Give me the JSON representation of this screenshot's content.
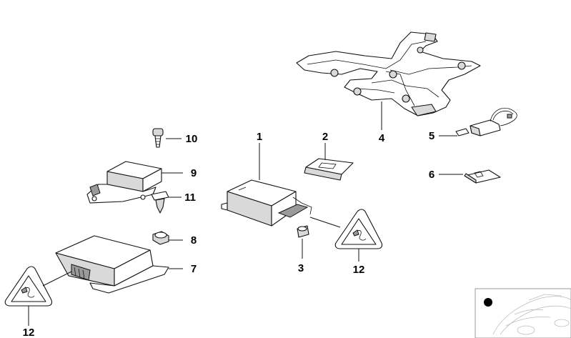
{
  "callouts": {
    "c1": "1",
    "c2": "2",
    "c3": "3",
    "c4": "4",
    "c5": "5",
    "c6": "6",
    "c7": "7",
    "c8": "8",
    "c9": "9",
    "c10": "10",
    "c11": "11",
    "c12a": "12",
    "c12b": "12"
  },
  "icons": {
    "warning_triangle": "airbag-warning-triangle-icon",
    "car_locator": "vehicle-location-thumbnail"
  },
  "colors": {
    "line": "#111111",
    "shade": "#d9d9d9",
    "thumbnail_outline": "#bdbdbd"
  }
}
